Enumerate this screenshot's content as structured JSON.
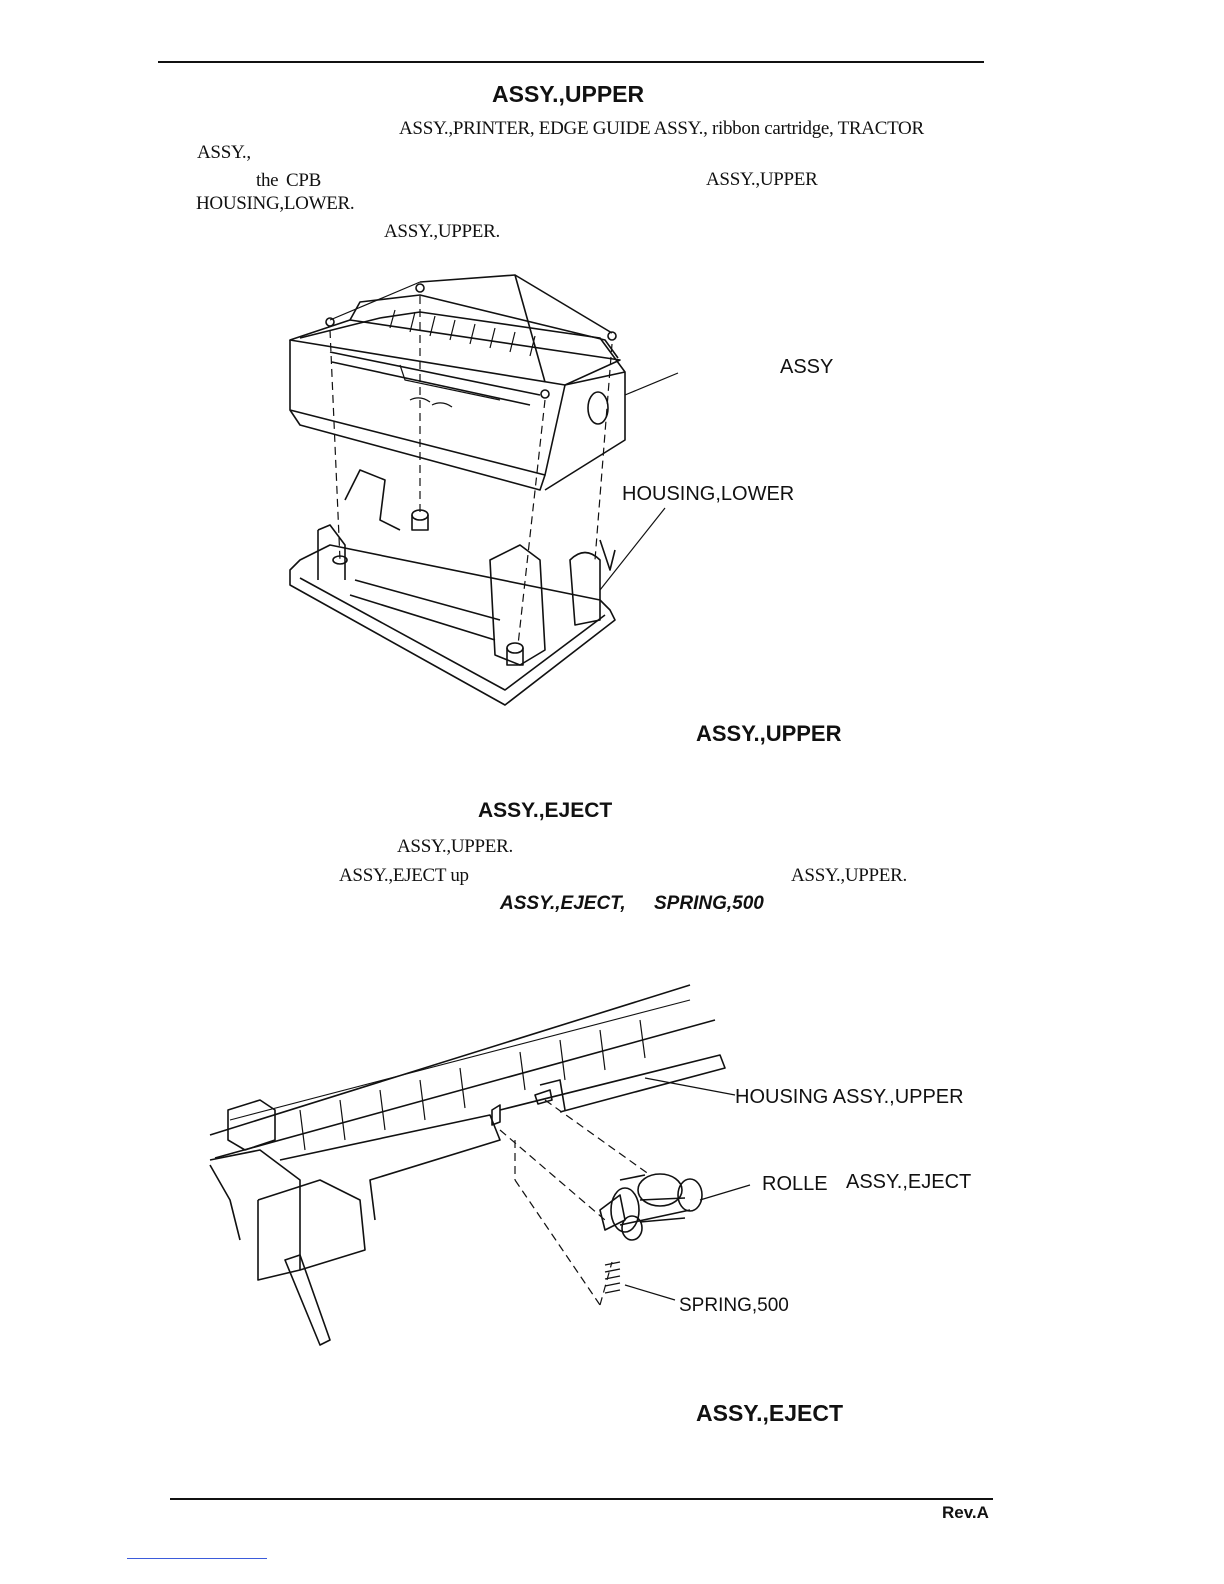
{
  "section1": {
    "heading": "ASSY.,UPPER",
    "line1": "ASSY.,PRINTER, EDGE GUIDE ASSY., ribbon cartridge, TRACTOR",
    "line2": "ASSY.,",
    "line3a": "the",
    "line3b": "CPB",
    "line3c": "ASSY.,UPPER",
    "line4": "HOUSING,LOWER.",
    "line5": "ASSY.,UPPER."
  },
  "figure1": {
    "label_assy": "ASSY",
    "label_housing_lower": "HOUSING,LOWER",
    "caption": "ASSY.,UPPER"
  },
  "section2": {
    "heading": "ASSY.,EJECT",
    "line1": "ASSY.,UPPER.",
    "line2a": "ASSY.,EJECT up",
    "line2b": "ASSY.,UPPER.",
    "line3a": "ASSY.,EJECT,",
    "line3b": "SPRING,500"
  },
  "figure2": {
    "label_housing_upper": "HOUSING ASSY.,UPPER",
    "label_rolle": "ROLLE",
    "label_assy_eject": "ASSY.,EJECT",
    "label_spring": "SPRING,500",
    "caption": "ASSY.,EJECT"
  },
  "footer": {
    "revision": "Rev.A"
  }
}
